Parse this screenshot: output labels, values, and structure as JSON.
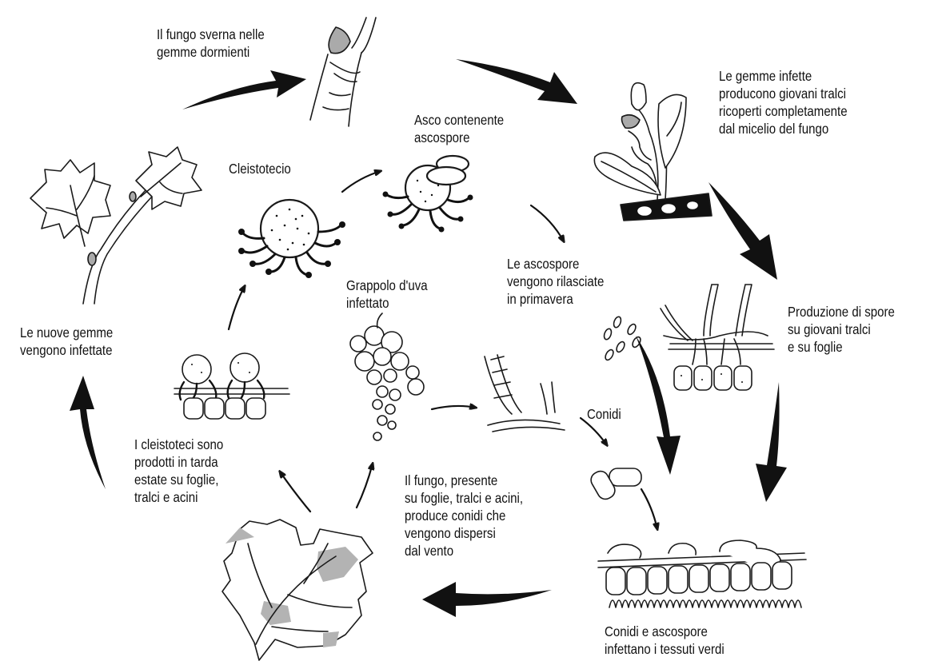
{
  "colors": {
    "ink": "#111111",
    "stroke": "#1a1a1a",
    "fill": "#ffffff",
    "shade": "#9a9a9a",
    "lesion": "#b3b3b3"
  },
  "labels": {
    "overwinter": [
      "Il fungo sverna nelle",
      "gemme dormienti"
    ],
    "infected_buds": [
      "Le gemme infette",
      "producono giovani tralci",
      "ricoperti completamente",
      "dal micelio del fungo"
    ],
    "ascus": [
      "Asco contenente",
      "ascospore"
    ],
    "cleistothecium": [
      "Cleistotecio"
    ],
    "released": [
      "Le ascospore",
      "vengono rilasciate",
      "in primavera"
    ],
    "bunch": [
      "Grappolo d'uva",
      "infettato"
    ],
    "spore_production": [
      "Produzione di spore",
      "su giovani tralci",
      "e su foglie"
    ],
    "new_buds": [
      "Le nuove gemme",
      "vengono infettate"
    ],
    "conidia": [
      "Conidi"
    ],
    "cleisto_produced": [
      "I cleistoteci sono",
      "prodotti in tarda",
      "estate su foglie,",
      "tralci e acini"
    ],
    "fungus_present": [
      "Il fungo, presente",
      "su foglie, tralci e acini,",
      "produce conidi che",
      "vengono dispersi",
      "dal vento"
    ],
    "tissues": [
      "Conidi e ascospore",
      "infettano i tessuti verdi"
    ]
  }
}
